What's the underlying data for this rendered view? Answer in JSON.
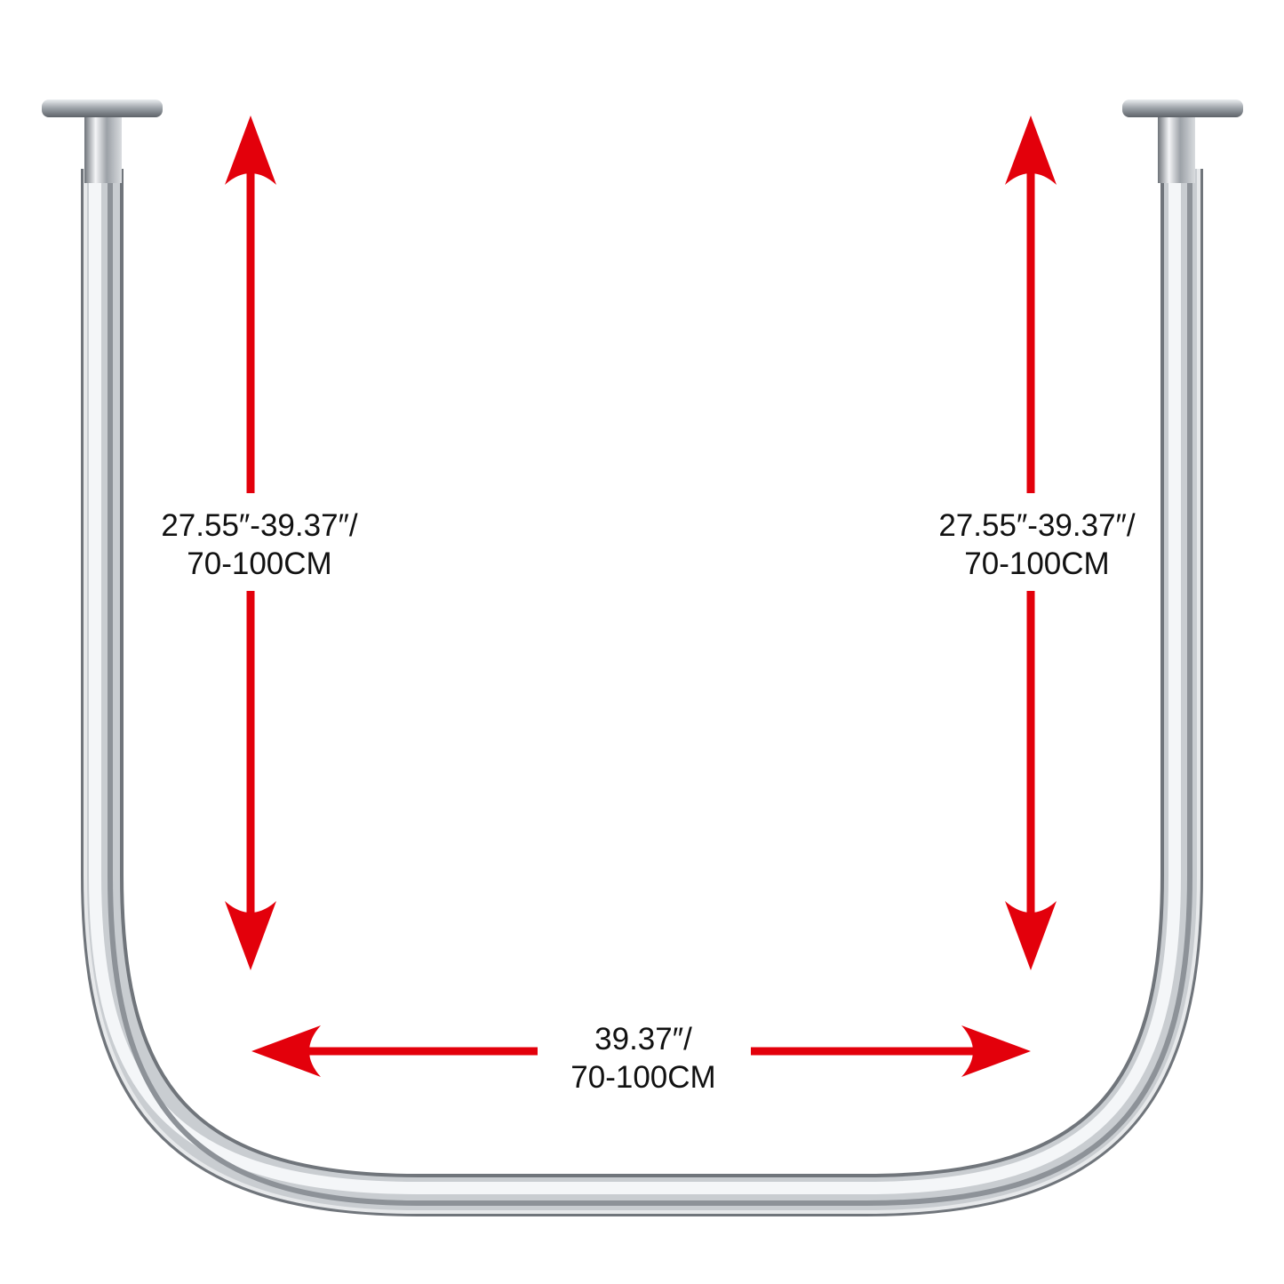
{
  "dimensions": {
    "left_height": {
      "line1": "27.55″-39.37″/",
      "line2": "70-100CM"
    },
    "right_height": {
      "line1": "27.55″-39.37″/",
      "line2": "70-100CM"
    },
    "width": {
      "line1": "39.37″/",
      "line2": "70-100CM"
    }
  },
  "colors": {
    "arrow": "#e3000b",
    "rod_dark": "#7d8288",
    "rod_light": "#f2f4f6",
    "text": "#111111"
  }
}
